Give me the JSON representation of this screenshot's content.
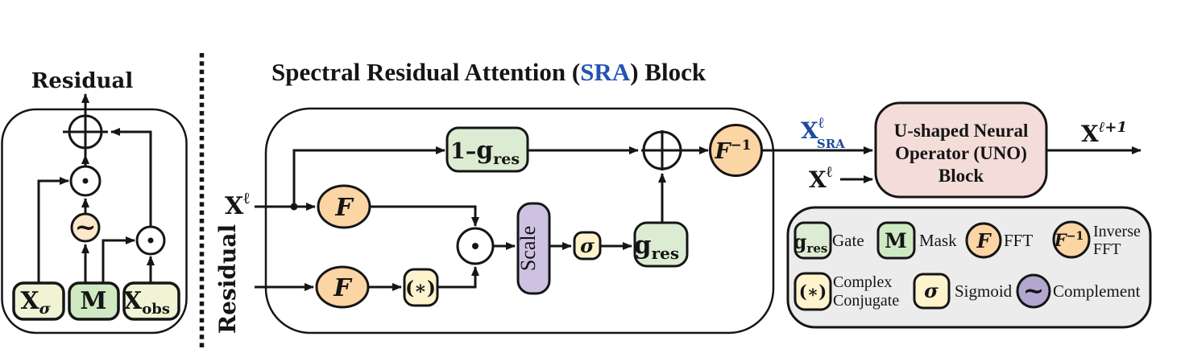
{
  "palette": {
    "accent_blue": "#1d4a9e",
    "container_blue": "#e6ecfa",
    "panel_blue": "#eef1fb",
    "node_orange": "#fcd5a5",
    "node_green": "#dcecd3",
    "node_green_dark": "#cfeac3",
    "node_yellow": "#fdf3cd",
    "node_pale_yellow_green": "#f0f3d4",
    "node_purple": "#cdc2e1",
    "node_purple_dark": "#b3a6cf",
    "node_peach": "#fde7cb",
    "uno_pink": "#f4ddd9",
    "legend_gray": "#ececec"
  },
  "title": {
    "pre": "Spectral Residual Attention (",
    "highlight": "SRA",
    "post": ") Block"
  },
  "left_panel": {
    "output_label": "Residual",
    "complement_symbol": "~",
    "x_sigma": {
      "base": "X",
      "sub": "σ"
    },
    "mask_label": "M",
    "x_obs": {
      "base": "X",
      "sub": "obs"
    }
  },
  "sra": {
    "input_x": {
      "base": "X",
      "sup": "ℓ"
    },
    "input_residual": "Residual",
    "one_minus_gate": {
      "pre": "1–",
      "base": "g",
      "sub": "res"
    },
    "fft_symbol": "F",
    "conjugate_symbol": "(∗)",
    "scale_label": "Scale",
    "sigma_symbol": "σ",
    "gate": {
      "base": "g",
      "sub": "res"
    },
    "ifft": {
      "base": "F",
      "sup": "−1"
    }
  },
  "uno": {
    "line1": "U-shaped Neural",
    "line2": "Operator (UNO)",
    "line3": "Block",
    "input_sra": {
      "base": "X",
      "sup": "ℓ",
      "sub": "SRA"
    },
    "input_x": {
      "base": "X",
      "sup": "ℓ"
    },
    "output": {
      "base": "X",
      "sup": "ℓ+1"
    }
  },
  "legend": {
    "gate": {
      "sym_base": "g",
      "sym_sub": "res",
      "label": "Gate"
    },
    "mask": {
      "sym": "M",
      "label": "Mask"
    },
    "fft": {
      "sym": "F",
      "label": "FFT"
    },
    "ifft": {
      "sym_base": "F",
      "sym_sup": "−1",
      "label_line1": "Inverse",
      "label_line2": "FFT"
    },
    "conjugate": {
      "sym": "(∗)",
      "label_line1": "Complex",
      "label_line2": "Conjugate"
    },
    "sigmoid": {
      "sym": "σ",
      "label": "Sigmoid"
    },
    "complement": {
      "sym": "~",
      "label": "Complement"
    }
  }
}
